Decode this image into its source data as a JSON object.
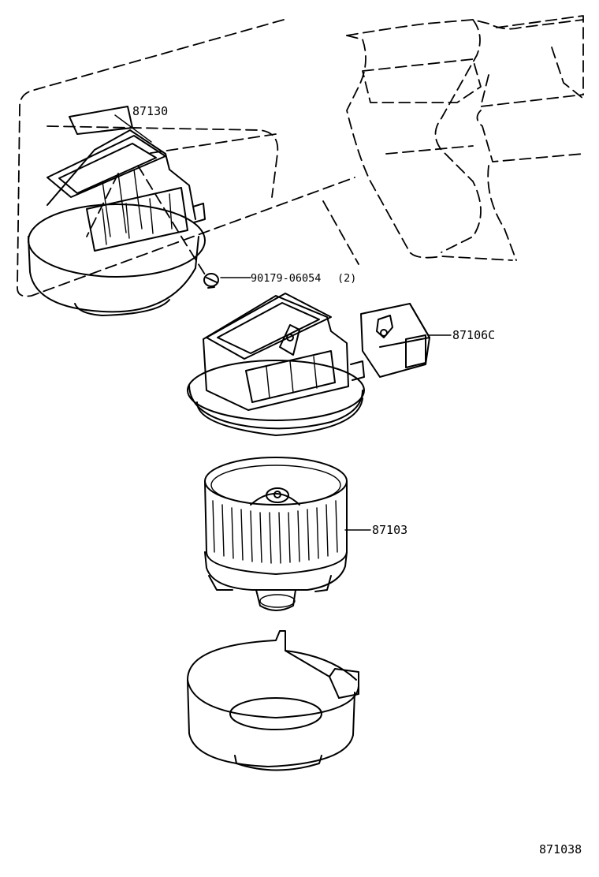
{
  "labels": {
    "case_assembly": "87130",
    "screw": "90179-06054",
    "screw_qty": "(2)",
    "resistor": "87106C",
    "motor": "87103",
    "figure_code": "871038"
  }
}
